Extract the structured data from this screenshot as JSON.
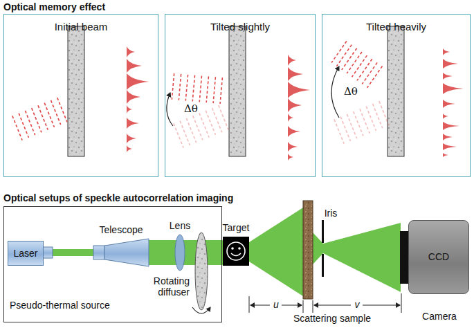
{
  "diagram": {
    "nodes": [
      {
        "text": [
          "Initial beam"
        ]
      },
      {
        "text": [
          "Tilted slightly"
        ]
      },
      {
        "text": [
          "Tilted heavily"
        ]
      },
      {
        "text": [
          "Pseudo-thermal source"
        ]
      },
      {
        "text": [
          "Laser"
        ],
        "in": 3
      },
      {
        "text": [
          "CCD",
          "Camera"
        ]
      }
    ],
    "labels": [
      "Optical memory effect",
      "Δθ",
      "Δθ",
      "Optical setups of speckle autocorrelation imaging",
      "Telescope",
      "Lens",
      "Target",
      "Iris",
      "Rotating diffuser",
      "u",
      "v",
      "Scattering sample"
    ]
  }
}
